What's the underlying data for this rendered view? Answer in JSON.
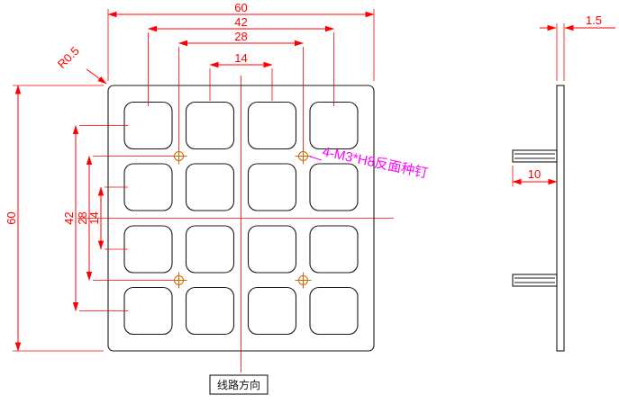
{
  "drawing_title": "keypad-plate-engineering-drawing",
  "colors": {
    "outline": "#1a1a1a",
    "dimension": "#ff0000",
    "annotation": "#ff00ff",
    "hole_marker": "#cc6600",
    "centerline": "#ff0000"
  },
  "front_view": {
    "dim_width_60": "60",
    "dim_width_42": "42",
    "dim_width_28": "28",
    "dim_width_14": "14",
    "dim_height_60": "60",
    "dim_height_42": "42",
    "dim_height_28": "28",
    "dim_height_14": "14",
    "corner_radius_label": "R0.5",
    "direction_label": "线路方向"
  },
  "side_view": {
    "thickness_label": "1.5",
    "stud_length_label": "10",
    "stud_annotation": "4-M3*H8反面种钉"
  }
}
